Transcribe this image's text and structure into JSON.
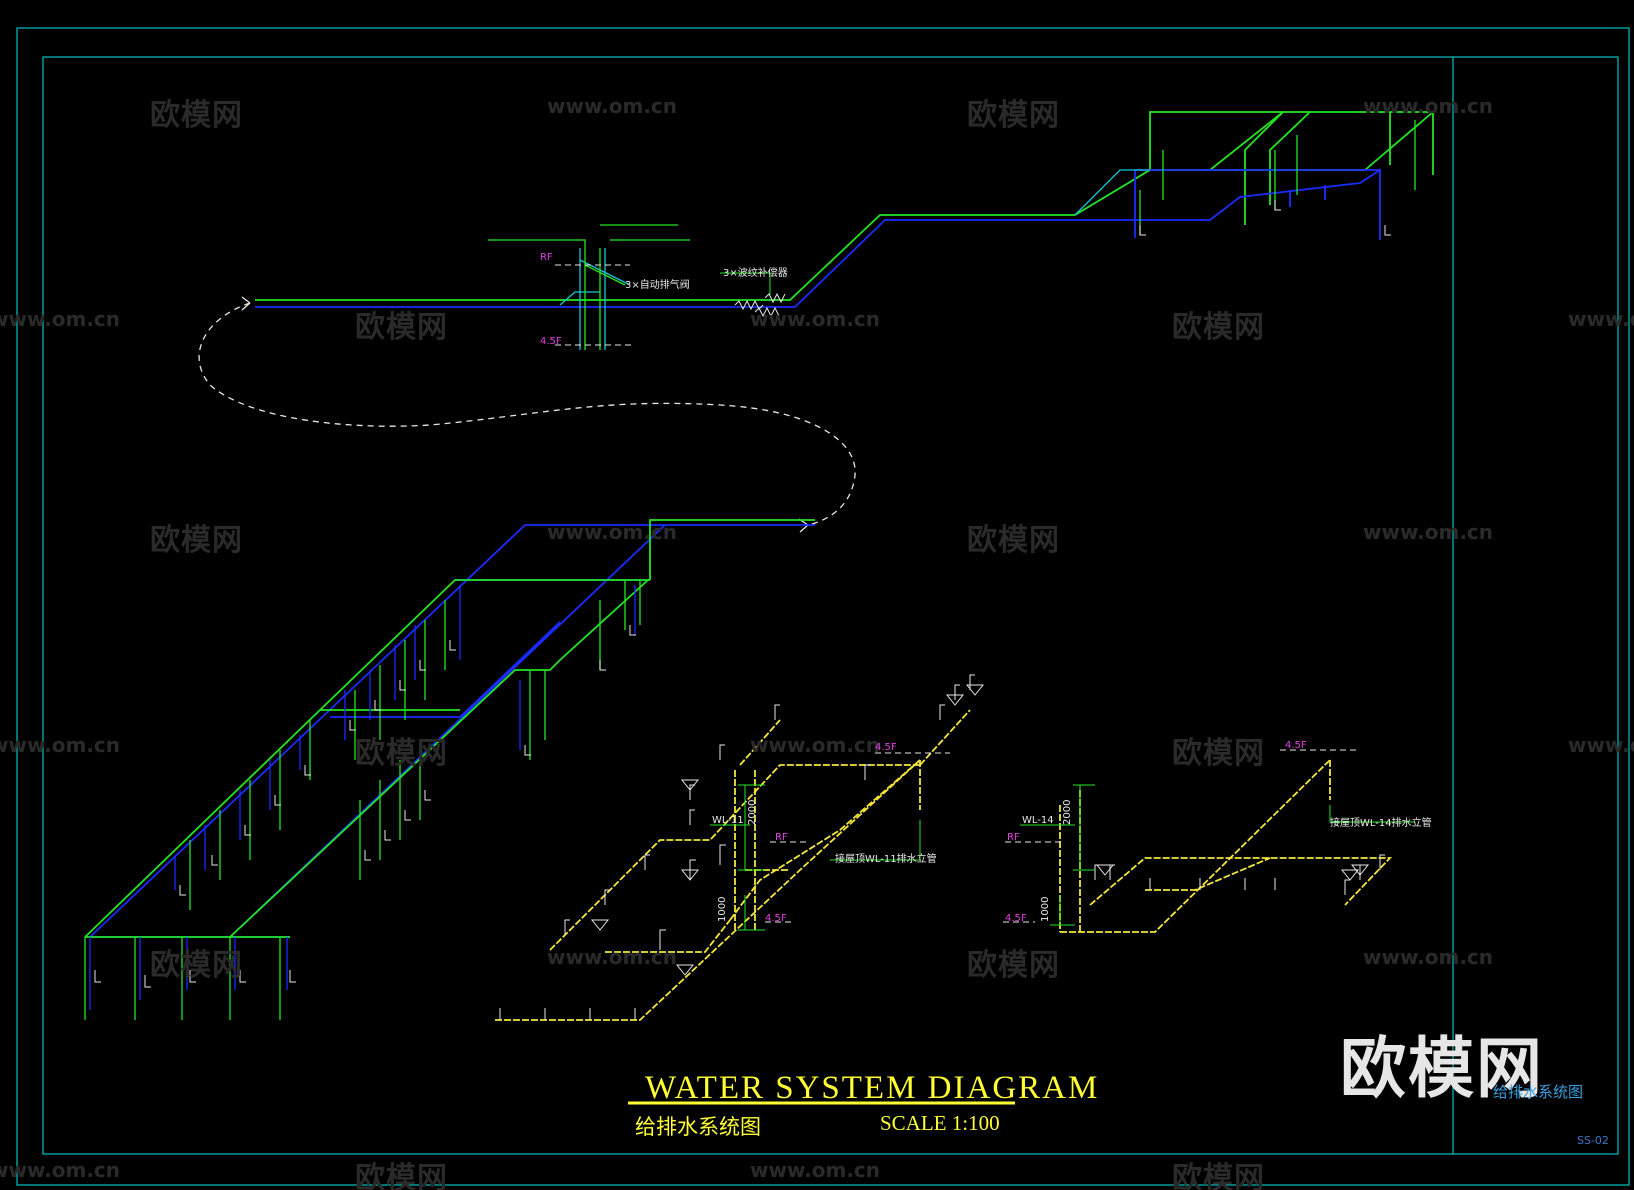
{
  "watermarks": {
    "brand_cn": "欧模网",
    "brand_url": "www.om.cn"
  },
  "drawing": {
    "title_en": "WATER SYSTEM DIAGRAM",
    "title_cn": "给排水系统图",
    "scale": "SCALE 1:100",
    "sheet_name": "给排水系统图",
    "sheet_no": "SS-02"
  },
  "labels": {
    "rf": "RF",
    "level_45f": "4.5F",
    "air_valve": "3×自动排气阀",
    "expansion_joint": "3×波纹补偿器",
    "wl11": "WL-11",
    "wl14": "WL-14",
    "dim_2000": "2000",
    "dim_1000": "1000",
    "wl11_note": "接屋顶WL-11排水立管",
    "wl14_note": "接屋顶WL-14排水立管"
  },
  "colors": {
    "background": "#000000",
    "frame": "#00c0c0",
    "supply_green": "#22e622",
    "supply_blue": "#1a2cff",
    "drain_yellow": "#f5e63a",
    "cyan_pipe": "#16c8d8",
    "annotation_magenta": "#e040e0",
    "break_line": "#e8e8e8"
  }
}
